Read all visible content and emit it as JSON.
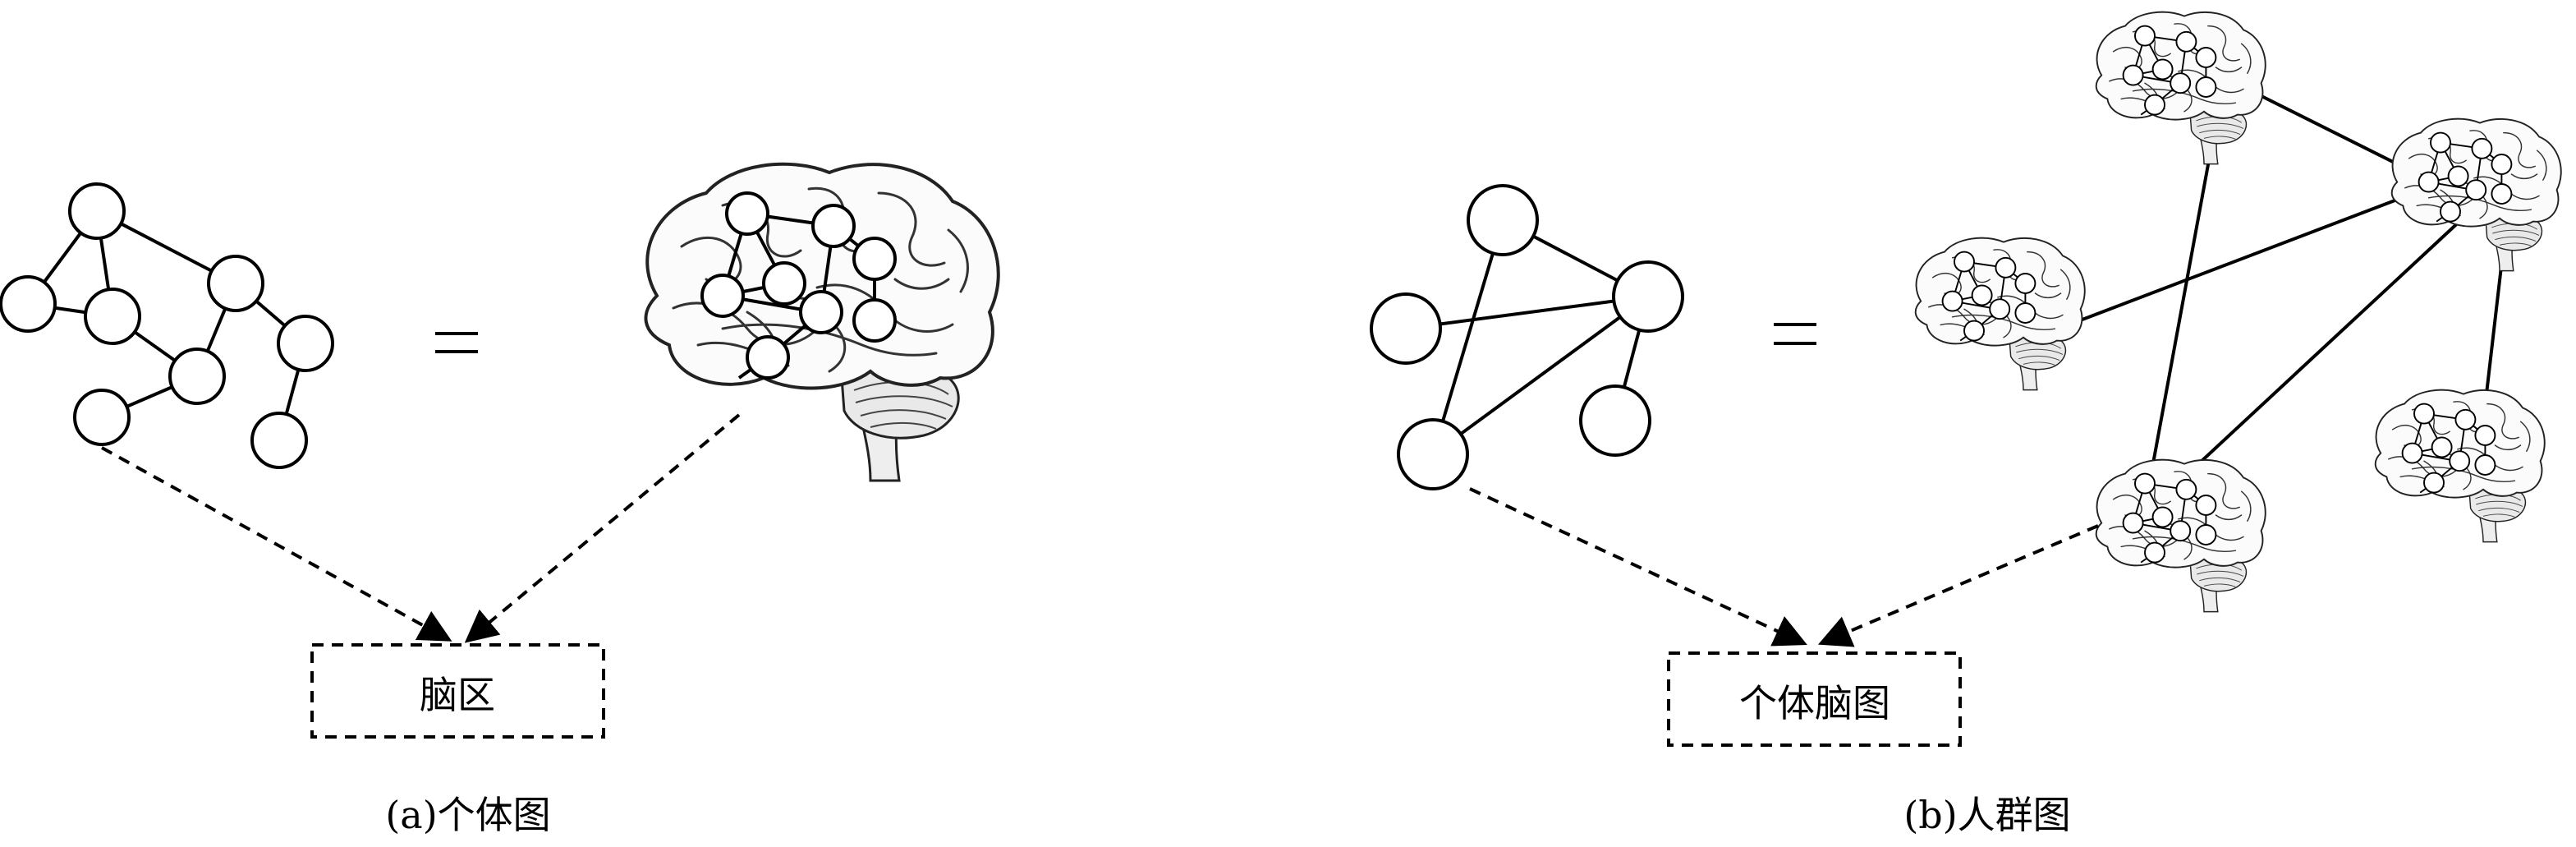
{
  "panel_a": {
    "box_label": "脑区",
    "caption": "(a)个体图"
  },
  "panel_b": {
    "box_label": "个体脑图",
    "caption": "(b)人群图"
  },
  "icons": {
    "brain": "brain-icon",
    "equals": "equals-sign"
  }
}
